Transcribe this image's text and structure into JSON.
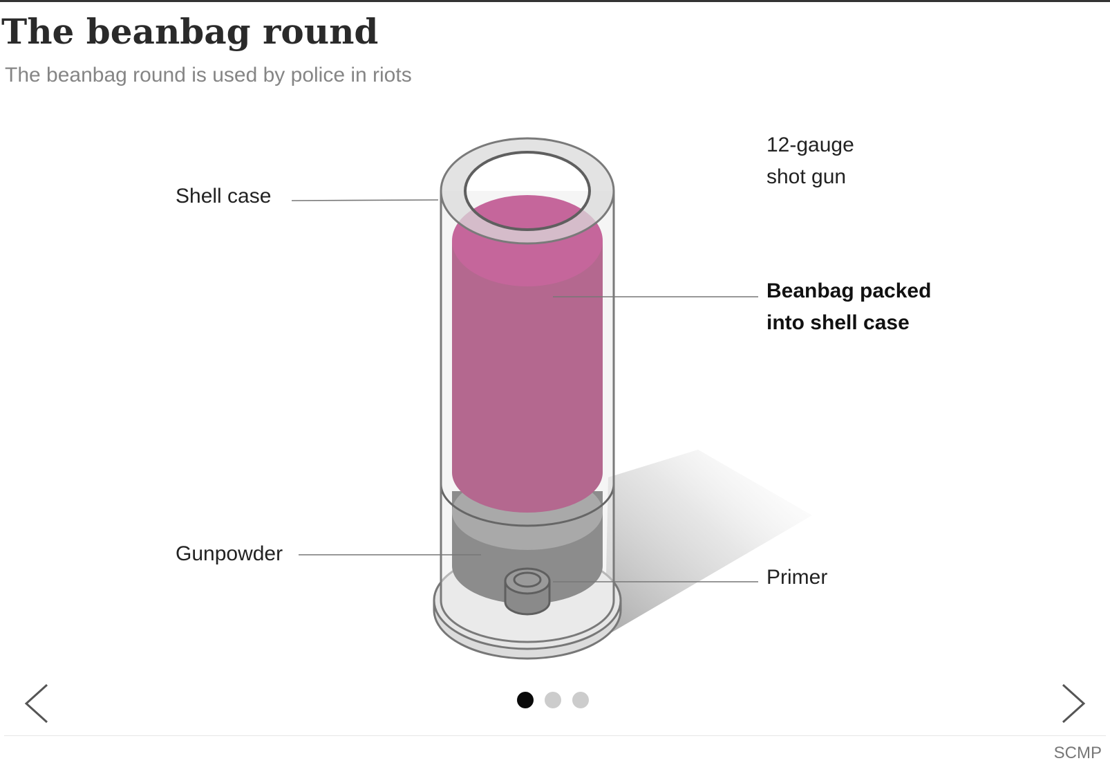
{
  "header": {
    "title": "The beanbag round",
    "subtitle": "The beanbag round is used by police in riots"
  },
  "diagram": {
    "labels": {
      "shell_case": "Shell case",
      "gauge_line1": "12-gauge",
      "gauge_line2": "shot gun",
      "beanbag_line1": "Beanbag packed",
      "beanbag_line2": "into shell case",
      "gunpowder": "Gunpowder",
      "primer": "Primer"
    },
    "colors": {
      "beanbag": "#b4688f",
      "beanbag_top": "#c5669b",
      "gunpowder": "#8c8c8c",
      "shell_outline": "#7a7a7a",
      "shell_fill": "#e6e6e6"
    }
  },
  "carousel": {
    "prev_icon": "chevron-left-icon",
    "next_icon": "chevron-right-icon",
    "slides": 3,
    "active_slide": 1
  },
  "footer": {
    "credit": "SCMP"
  }
}
